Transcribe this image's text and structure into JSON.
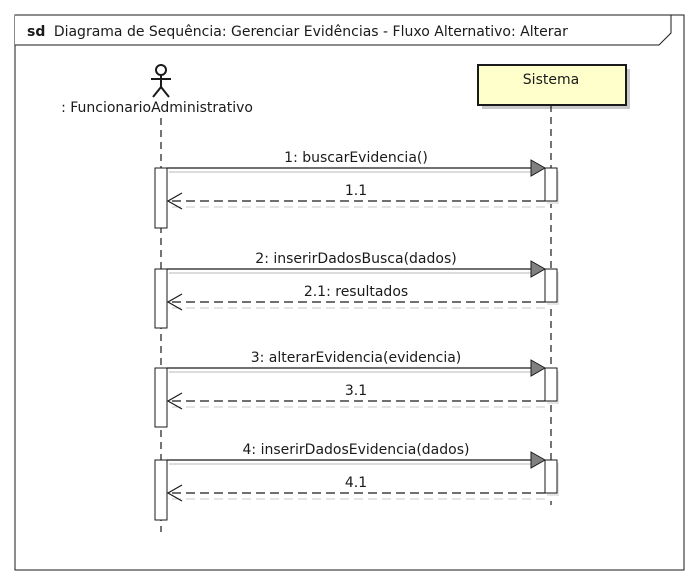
{
  "frame": {
    "keyword": "sd",
    "title": "Diagrama de Sequência: Gerenciar Evidências - Fluxo Alternativo: Alterar"
  },
  "actor": {
    "label": ": FuncionarioAdministrativo"
  },
  "system": {
    "label": "Sistema"
  },
  "messages": [
    {
      "call": "1: buscarEvidencia()",
      "reply": "1.1"
    },
    {
      "call": "2: inserirDadosBusca(dados)",
      "reply": "2.1: resultados"
    },
    {
      "call": "3: alterarEvidencia(evidencia)",
      "reply": "3.1"
    },
    {
      "call": "4: inserirDadosEvidencia(dados)",
      "reply": "4.1"
    }
  ],
  "colors": {
    "box_fill": "#ffffcc",
    "line": "#1a1a1a",
    "shadow": "#c8c8c8",
    "arrowhead": "#808080"
  }
}
